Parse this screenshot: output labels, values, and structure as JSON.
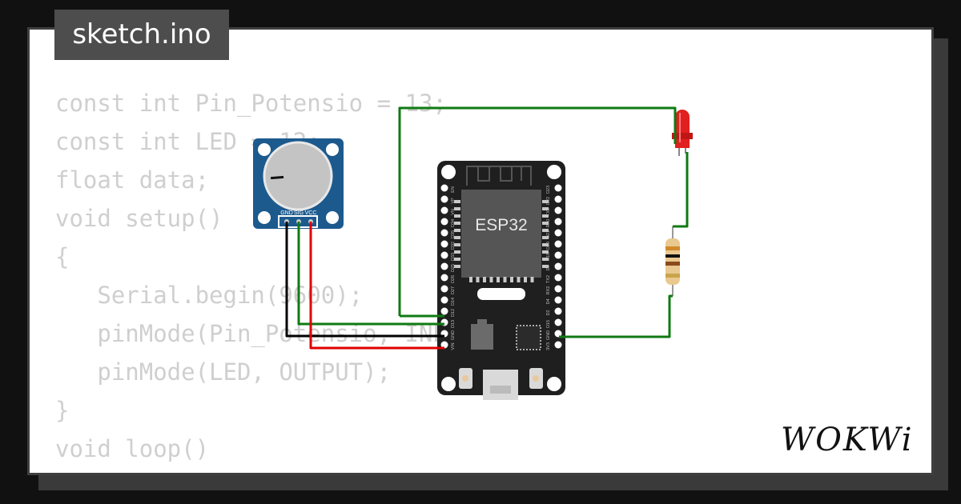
{
  "tab": {
    "title": "sketch.ino"
  },
  "code_lines": [
    "const int Pin_Potensio = 13;",
    "const int LED = 12;",
    "float data;",
    "void setup()",
    "{",
    "   Serial.begin(9600);",
    "   pinMode(Pin_Potensio, INPUT);",
    "   pinMode(LED, OUTPUT);",
    "}",
    "void loop()",
    "{"
  ],
  "potentiometer": {
    "pin_labels": [
      "GND",
      "SIG",
      "VCC"
    ],
    "knob_level": 0.15
  },
  "esp32": {
    "chip_label": "ESP32",
    "left_pins": [
      "EN",
      "VP",
      "VN",
      "D34",
      "D35",
      "D32",
      "D33",
      "D25",
      "D26",
      "D27",
      "D14",
      "D12",
      "D13",
      "GND",
      "VIN"
    ],
    "right_pins": [
      "D23",
      "D22",
      "TX0",
      "RX0",
      "D21",
      "D19",
      "D18",
      "D5",
      "TX2",
      "RX2",
      "D4",
      "D2",
      "D15",
      "GND",
      "3V3"
    ]
  },
  "logo": {
    "text": "WOKWi"
  },
  "colors": {
    "board": "#1f1f1f",
    "pot_body": "#1c5a8e",
    "led": "#e01f1f",
    "wire_green": "#0f7a12",
    "wire_red": "#e00000",
    "wire_black": "#000000",
    "code_text": "#cfcfcf"
  }
}
